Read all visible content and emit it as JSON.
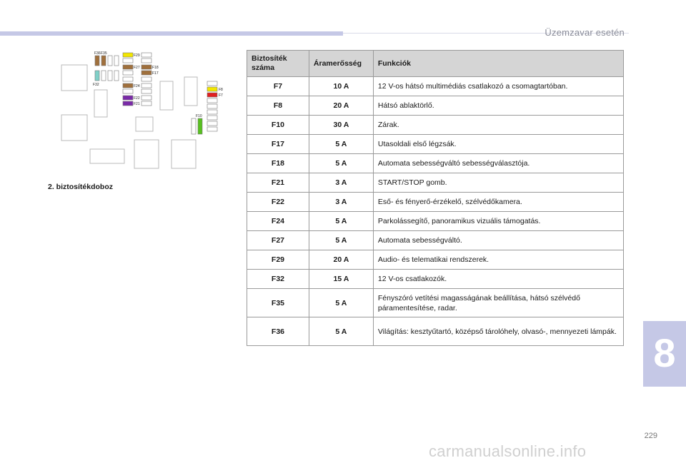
{
  "header": {
    "section_title": "Üzemzavar esetén"
  },
  "chapter": {
    "number": "8"
  },
  "footer": {
    "page_number": "229",
    "watermark": "carmanualsonline.info"
  },
  "diagram": {
    "caption": "2. biztosítékdoboz",
    "labels": {
      "F36": "F36",
      "F35": "F35",
      "F32": "F32",
      "F29": "F29",
      "F27": "F27",
      "F24": "F24",
      "F22": "F22",
      "F21": "F21",
      "F18": "F18",
      "F17": "F17",
      "F10": "F10",
      "F8": "F8",
      "F7": "F7"
    },
    "colors": {
      "brown": "#a0703c",
      "teal": "#7fd0c8",
      "yellow": "#f2e600",
      "purple": "#7a2aa8",
      "red": "#e02020",
      "green": "#58c020"
    }
  },
  "table": {
    "headers": {
      "fuse": "Biztosíték száma",
      "amperage": "Áramerősség",
      "functions": "Funkciók"
    },
    "rows": [
      {
        "fuse": "F7",
        "amperage": "10 A",
        "function": "12 V-os hátsó multimédiás csatlakozó a csomagtartóban."
      },
      {
        "fuse": "F8",
        "amperage": "20 A",
        "function": "Hátsó ablaktörlő."
      },
      {
        "fuse": "F10",
        "amperage": "30 A",
        "function": "Zárak."
      },
      {
        "fuse": "F17",
        "amperage": "5 A",
        "function": "Utasoldali első légzsák."
      },
      {
        "fuse": "F18",
        "amperage": "5 A",
        "function": "Automata sebességváltó sebességválasztója."
      },
      {
        "fuse": "F21",
        "amperage": "3 A",
        "function": "START/STOP gomb."
      },
      {
        "fuse": "F22",
        "amperage": "3 A",
        "function": "Eső- és fényerő-érzékelő, szélvédőkamera."
      },
      {
        "fuse": "F24",
        "amperage": "5 A",
        "function": "Parkolássegítő, panoramikus vizuális támogatás."
      },
      {
        "fuse": "F27",
        "amperage": "5 A",
        "function": "Automata sebességváltó."
      },
      {
        "fuse": "F29",
        "amperage": "20 A",
        "function": "Audio- és telematikai rendszerek."
      },
      {
        "fuse": "F32",
        "amperage": "15 A",
        "function": "12 V-os csatlakozók."
      },
      {
        "fuse": "F35",
        "amperage": "5 A",
        "function": "Fényszóró vetítési magasságának beállítása, hátsó szélvédő páramentesítése, radar."
      },
      {
        "fuse": "F36",
        "amperage": "5 A",
        "function": "Világítás: kesztyűtartó, középső tárolóhely, olvasó-, mennyezeti lámpák."
      }
    ]
  }
}
